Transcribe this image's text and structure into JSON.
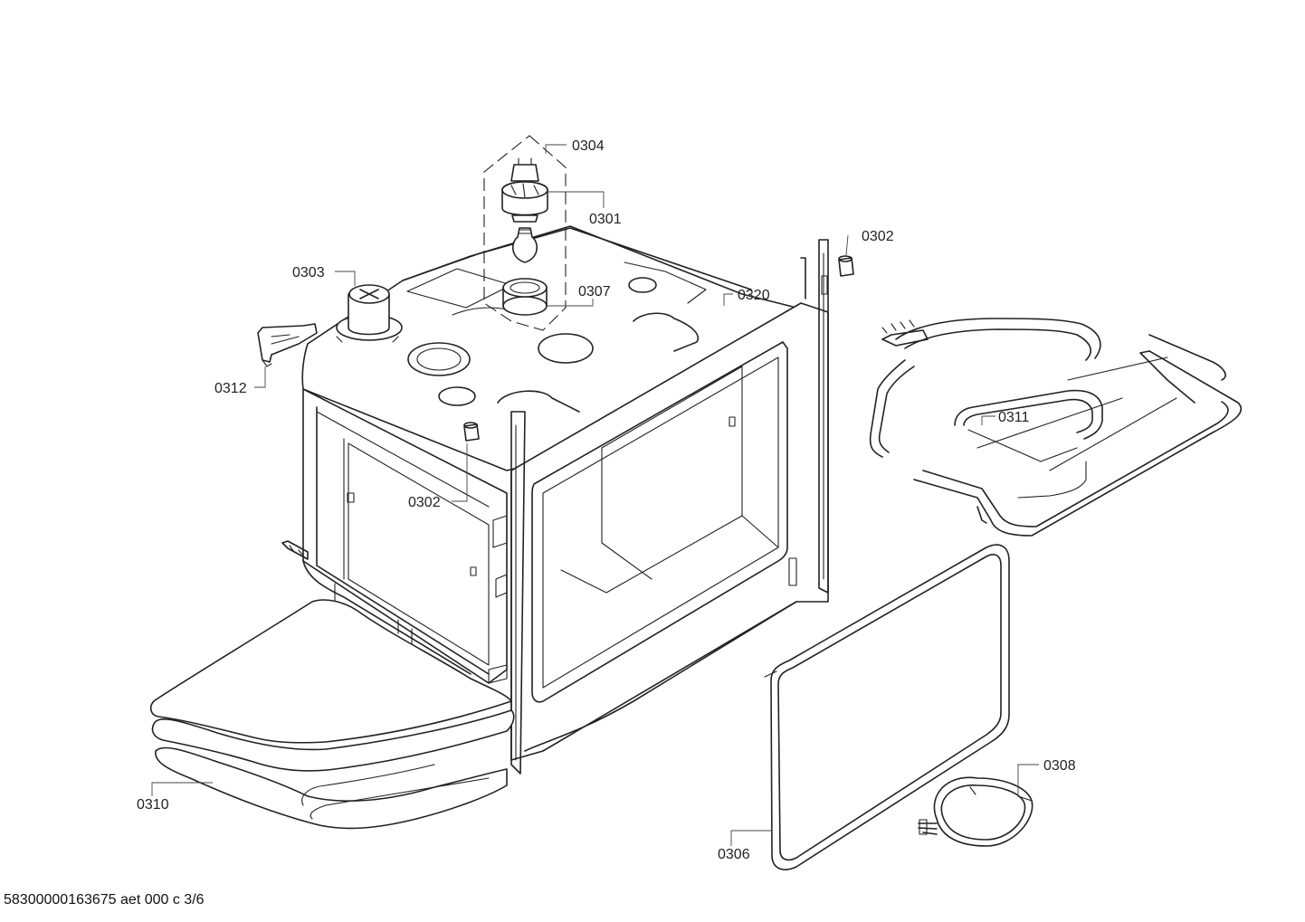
{
  "parts": [
    {
      "id": "p0304",
      "label": "0304"
    },
    {
      "id": "p0301",
      "label": "0301"
    },
    {
      "id": "p0302a",
      "label": "0302"
    },
    {
      "id": "p0303",
      "label": "0303"
    },
    {
      "id": "p0307",
      "label": "0307"
    },
    {
      "id": "p0320",
      "label": "0320"
    },
    {
      "id": "p0312",
      "label": "0312"
    },
    {
      "id": "p0311",
      "label": "0311"
    },
    {
      "id": "p0302b",
      "label": "0302"
    },
    {
      "id": "p0308",
      "label": "0308"
    },
    {
      "id": "p0310",
      "label": "0310"
    },
    {
      "id": "p0306",
      "label": "0306"
    }
  ],
  "footer": "58300000163675 aet 000 c 3/6"
}
